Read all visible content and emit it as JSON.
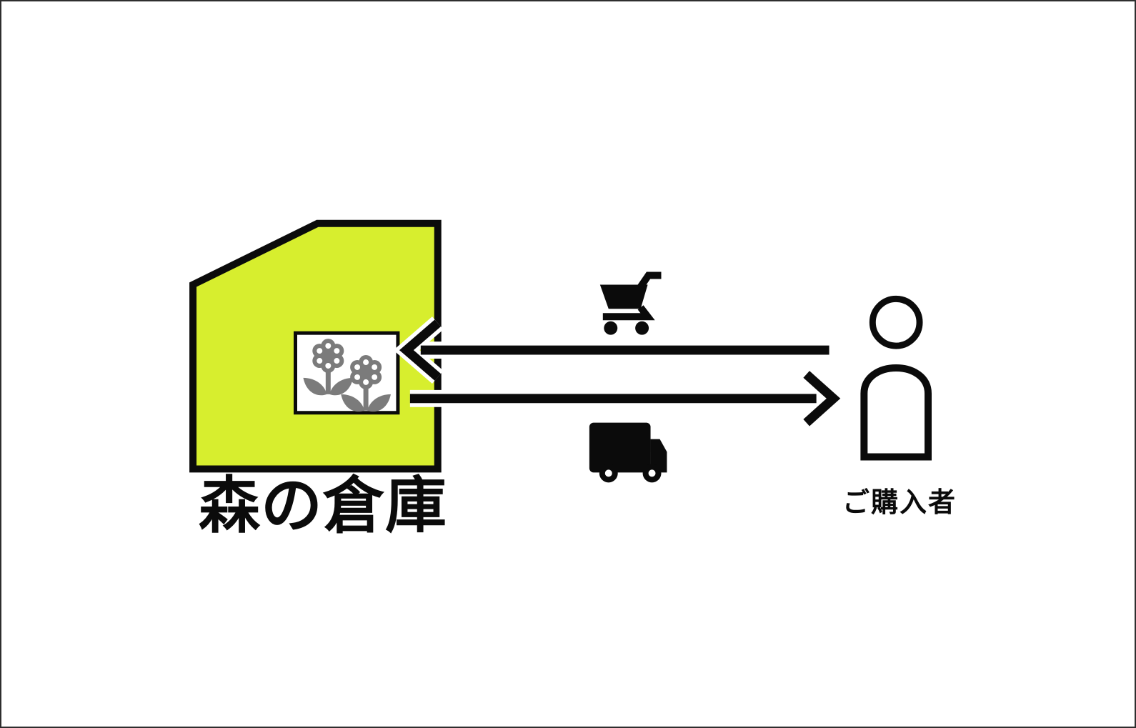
{
  "diagram": {
    "title": "",
    "warehouse": {
      "label": "森の倉庫"
    },
    "buyer": {
      "label": "ご購入者"
    },
    "flows": {
      "order": {
        "icon": "shopping-cart-icon",
        "direction": "buyer-to-warehouse"
      },
      "delivery": {
        "icon": "truck-icon",
        "direction": "warehouse-to-buyer"
      }
    },
    "product_box": {
      "icon": "flowers-icon"
    }
  },
  "icons": {
    "product": "flowers-icon",
    "order": "shopping-cart-icon",
    "delivery": "truck-icon",
    "buyer": "person-icon"
  },
  "colors": {
    "background": "#ffffff",
    "frame": "#2e2e2e",
    "ink": "#0b0b0b",
    "warehouse_green": "#d7ee2e",
    "flower_gray": "#7b7b7b",
    "white": "#ffffff"
  }
}
